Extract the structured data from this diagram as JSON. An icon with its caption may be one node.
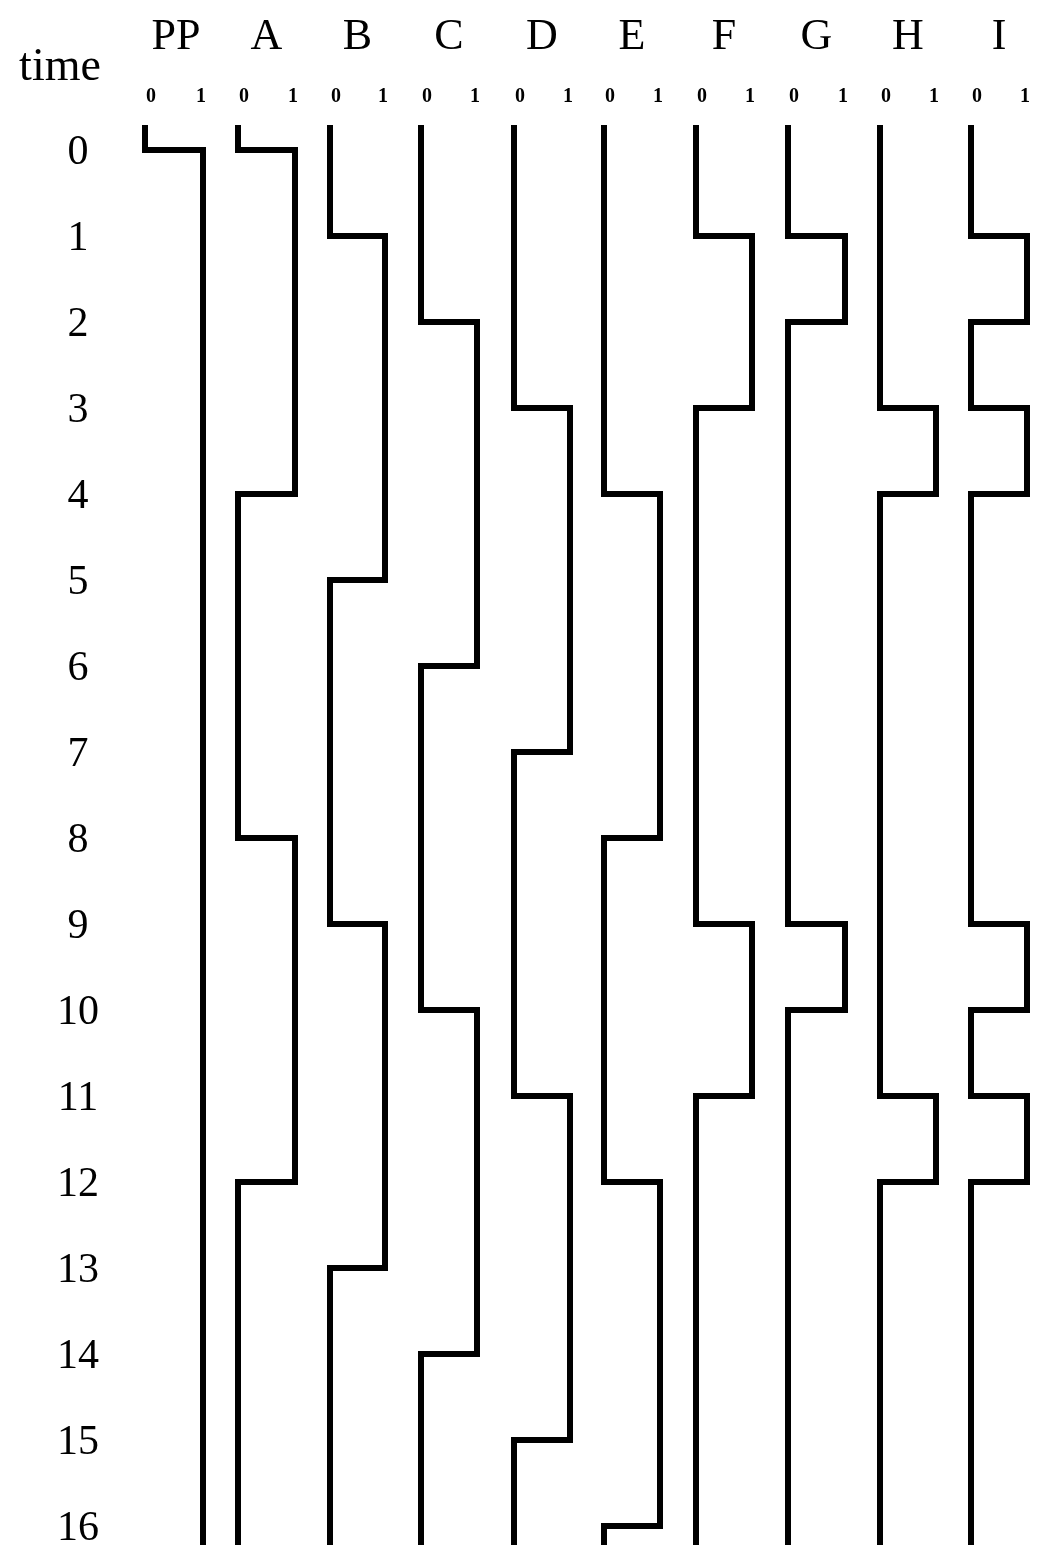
{
  "diagram": {
    "labels": [
      "time",
      "PP",
      "A",
      "B",
      "C",
      "D",
      "E",
      "F",
      "G",
      "H",
      "I",
      "0",
      "1",
      "0",
      "1",
      "0",
      "1",
      "0",
      "1",
      "0",
      "1",
      "0",
      "1",
      "0",
      "1",
      "0",
      "1",
      "0",
      "1",
      "0",
      "1",
      "0",
      "1",
      "2",
      "3",
      "4",
      "5",
      "6",
      "7",
      "8",
      "9",
      "10",
      "11",
      "12",
      "13",
      "14",
      "15",
      "16"
    ]
  }
}
